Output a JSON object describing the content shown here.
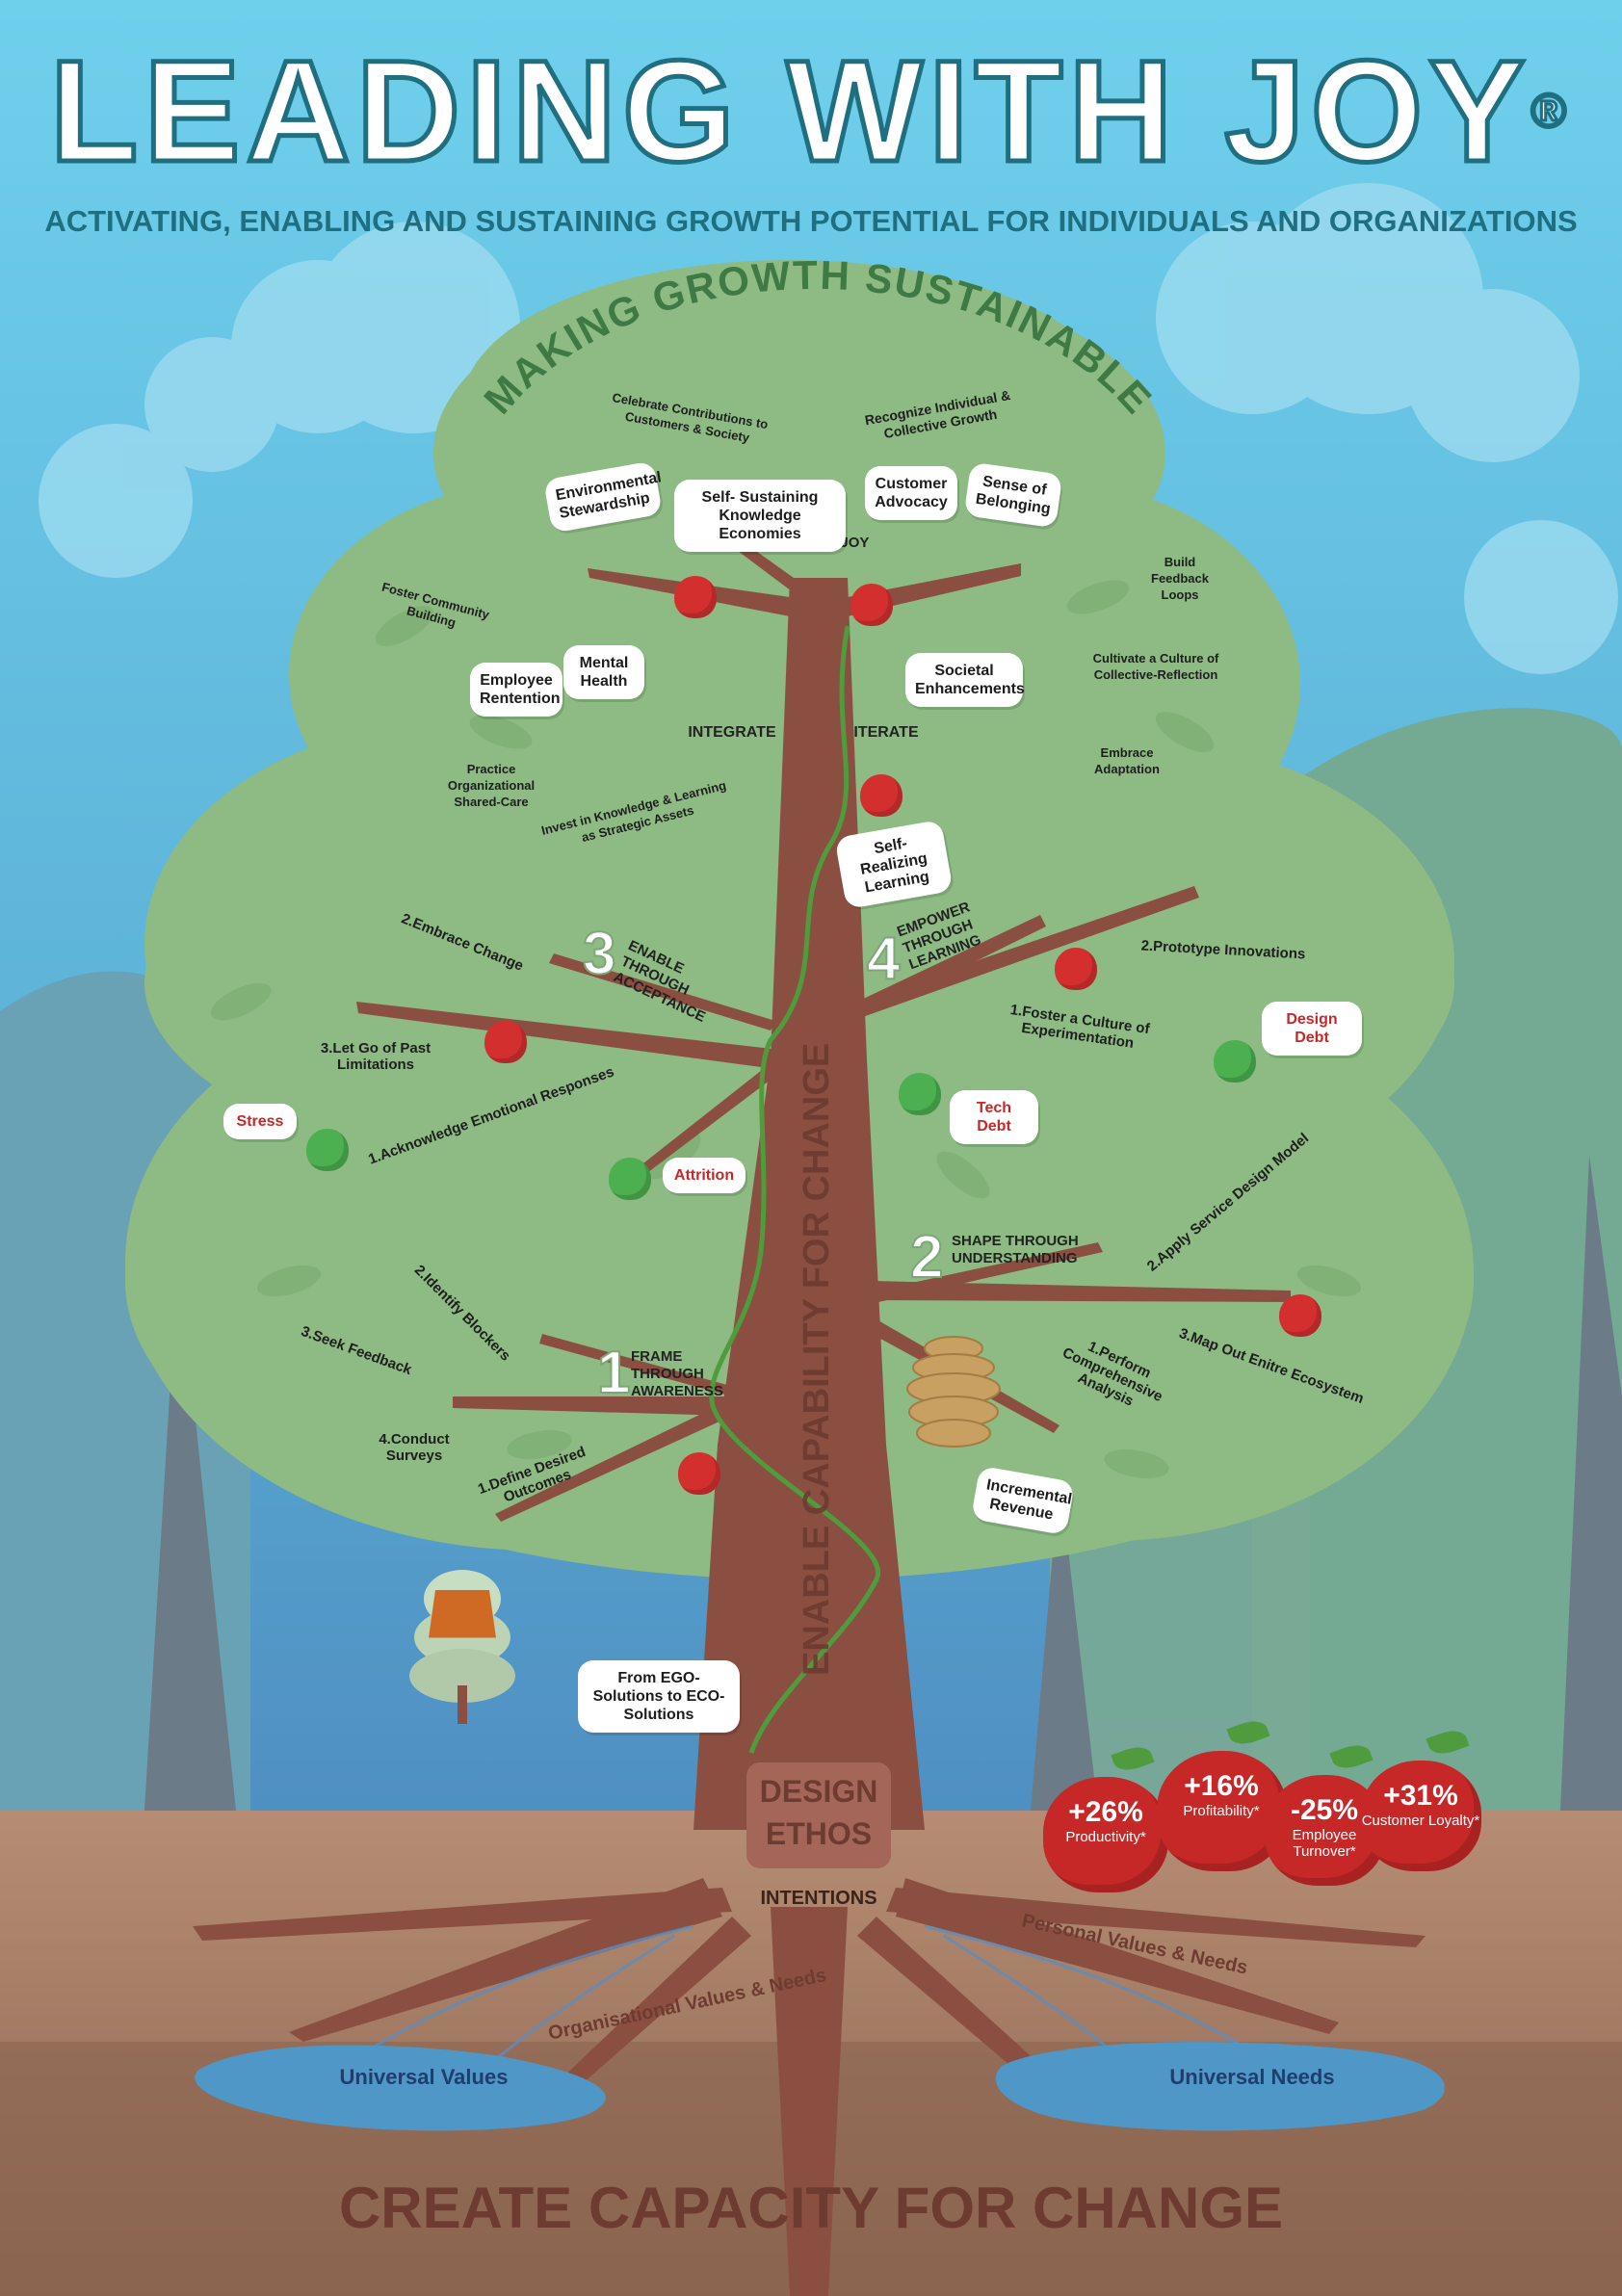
{
  "header": {
    "title": "LEADING WITH JOY",
    "registered_mark": "®",
    "subtitle": "ACTIVATING, ENABLING AND SUSTAINING GROWTH POTENTIAL FOR INDIVIDUALS AND ORGANIZATIONS"
  },
  "crown": {
    "arc_title": "MAKING GROWTH SUSTAINABLE",
    "celebrate": "CELEBRATE JOY",
    "integrate": "INTEGRATE",
    "iterate": "ITERATE",
    "top_leaves": [
      "Celebrate Contributions to Customers & Society",
      "Recognize Individual & Collective Growth"
    ],
    "left_leaves": [
      "Foster Community Building",
      "Practice Organizational Shared-Care",
      "Invest in Knowledge & Learning as Strategic Assets"
    ],
    "right_leaves": [
      "Build Feedback Loops",
      "Cultivate a Culture of Collective-Reflection",
      "Embrace Adaptation"
    ]
  },
  "bubbles": {
    "environmental": "Environmental Stewardship",
    "self_sustaining": "Self- Sustaining Knowledge Economies",
    "customer_advocacy": "Customer Advocacy",
    "belonging": "Sense of Belonging",
    "employee_retention": "Employee Rentention",
    "mental_health": "Mental Health",
    "societal": "Societal Enhancements",
    "self_realizing": "Self-Realizing Learning",
    "design_debt": "Design Debt",
    "tech_debt": "Tech Debt",
    "stress": "Stress",
    "attrition": "Attrition",
    "incremental": "Incremental Revenue",
    "ego_eco": "From EGO-Solutions to ECO-Solutions"
  },
  "stages": [
    {
      "num": "1",
      "text": "FRAME THROUGH AWARENESS",
      "steps": [
        "1.Define Desired Outcomes",
        "2.Identify Blockers",
        "3.Seek Feedback",
        "4.Conduct Surveys"
      ]
    },
    {
      "num": "2",
      "text": "SHAPE THROUGH UNDERSTANDING",
      "steps": [
        "1.Perform Comprehensive Analysis",
        "2.Apply Service Design Model",
        "3.Map Out Enitre Ecosystem"
      ]
    },
    {
      "num": "3",
      "text": "ENABLE THROUGH ACCEPTANCE",
      "steps": [
        "1.Acknowledge Emotional Responses",
        "2.Embrace Change",
        "3.Let Go of Past Limitations"
      ]
    },
    {
      "num": "4",
      "text": "EMPOWER THROUGH LEARNING",
      "steps": [
        "1.Foster a Culture of Experimentation",
        "2.Prototype Innovations"
      ]
    }
  ],
  "trunk": {
    "vertical_label": "ENABLE CAPABILITY FOR CHANGE",
    "design_ethos": "DESIGN ETHOS",
    "intentions": "INTENTIONS"
  },
  "roots": {
    "left": "Organisational Values & Needs",
    "right": "Personal Values & Needs",
    "pool_left": "Universal Values",
    "pool_right": "Universal Needs",
    "footer": "CREATE CAPACITY FOR CHANGE"
  },
  "stats": [
    {
      "value": "+26%",
      "label": "Productivity*"
    },
    {
      "value": "+16%",
      "label": "Profitability*"
    },
    {
      "value": "-25%",
      "label": "Employee Turnover*"
    },
    {
      "value": "+31%",
      "label": "Customer Loyalty*"
    }
  ],
  "colors": {
    "sky": "#7fd3ec",
    "crown": "#8dbb83",
    "leaf": "#6a9b63",
    "trunk": "#8b4f41",
    "soil": "#a17863",
    "water": "#4e97c6",
    "apple": "#c62828"
  }
}
